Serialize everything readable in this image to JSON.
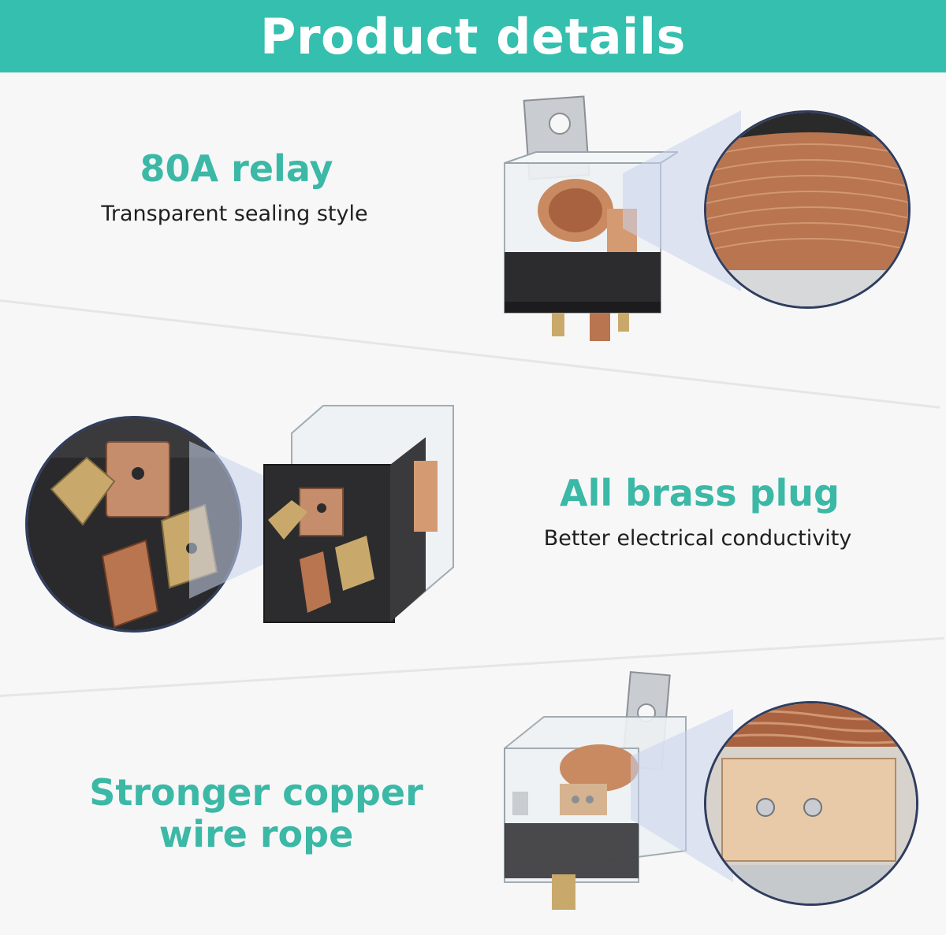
{
  "header": {
    "title": "Product details"
  },
  "sections": [
    {
      "heading": "80A relay",
      "subtext": "Transparent sealing style"
    },
    {
      "heading": "All brass plug",
      "subtext": "Better electrical conductivity"
    },
    {
      "heading_line1": "Stronger copper",
      "heading_line2": "wire rope"
    }
  ],
  "colors": {
    "accent": "#35bfae",
    "heading": "#3bb8a6",
    "circle_border": "#2f3d5f",
    "copper": "#b8754f",
    "brass": "#c9a96b"
  }
}
